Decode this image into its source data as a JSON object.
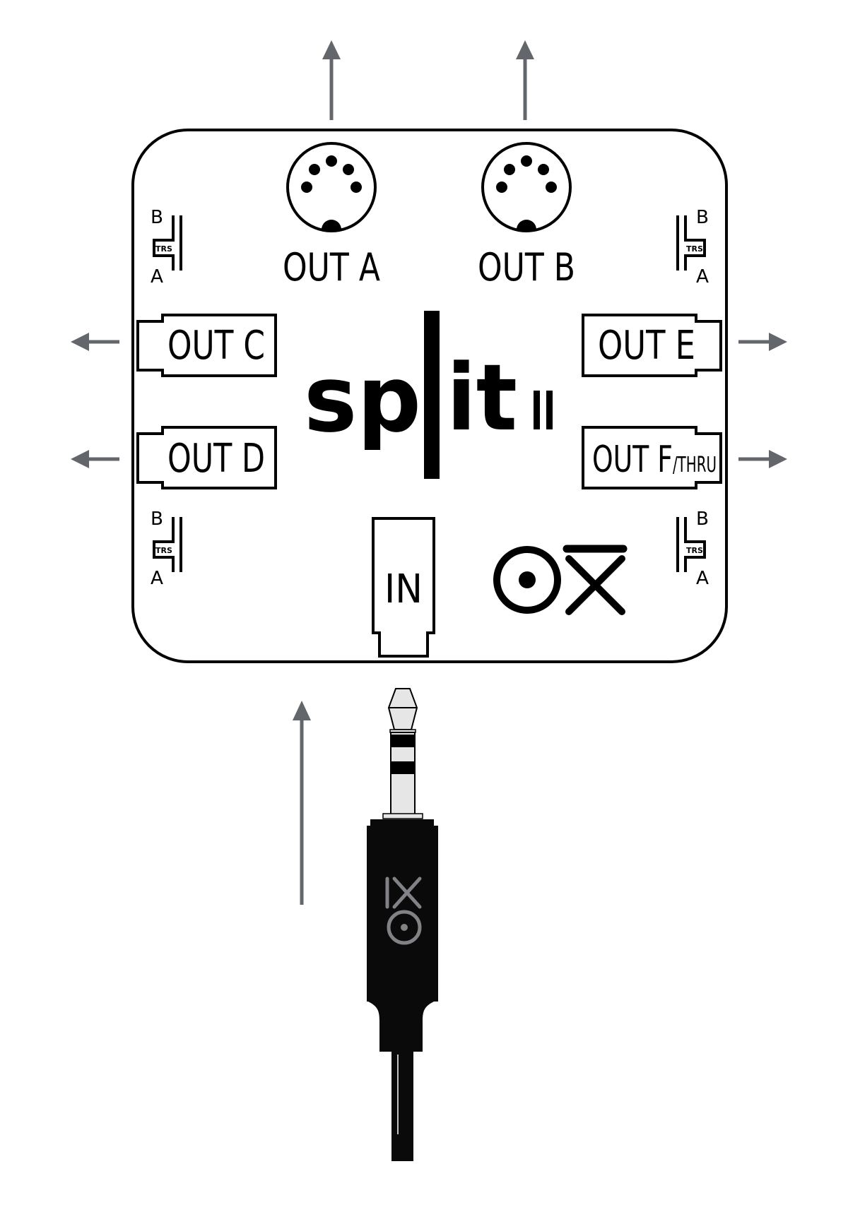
{
  "device": {
    "name": "split II",
    "logo_text_left": "sp",
    "logo_text_right": "it",
    "logo_suffix": "II",
    "brand_mark": "OX",
    "outline_color": "#000000",
    "arrow_color": "#63666a"
  },
  "ports": {
    "din": [
      {
        "id": "out-a",
        "label": "OUT A"
      },
      {
        "id": "out-b",
        "label": "OUT B"
      }
    ],
    "left": [
      {
        "id": "out-c",
        "label": "OUT C"
      },
      {
        "id": "out-d",
        "label": "OUT D"
      }
    ],
    "right": [
      {
        "id": "out-e",
        "label": "OUT E"
      },
      {
        "id": "out-f",
        "label": "OUT F",
        "suffix": "/THRU"
      }
    ],
    "input": {
      "id": "in",
      "label": "IN"
    }
  },
  "trs_switches": [
    {
      "position": "top-left",
      "top_label": "B",
      "bottom_label": "A",
      "tag": "TRS"
    },
    {
      "position": "top-right",
      "top_label": "B",
      "bottom_label": "A",
      "tag": "TRS"
    },
    {
      "position": "bottom-left",
      "top_label": "B",
      "bottom_label": "A",
      "tag": "TRS"
    },
    {
      "position": "bottom-right",
      "top_label": "B",
      "bottom_label": "A",
      "tag": "TRS"
    }
  ],
  "cable": {
    "type": "3.5mm TRS plug",
    "body_color": "#0a0a0a",
    "plug_color": "#e6e6e6",
    "mark_color": "#808285"
  },
  "signal_flow": {
    "input_direction": "up",
    "outputs_top": "up",
    "outputs_left": "left",
    "outputs_right": "right"
  }
}
